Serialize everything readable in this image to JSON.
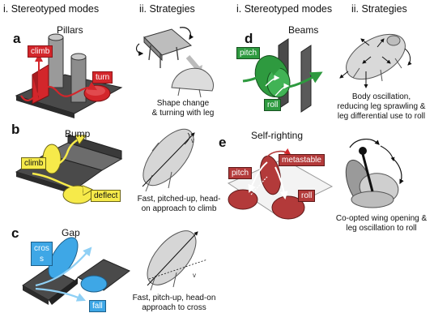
{
  "headers": {
    "left_modes": "i. Stereotyped modes",
    "left_strategies": "ii. Strategies",
    "right_modes": "i. Stereotyped modes",
    "right_strategies": "ii. Strategies"
  },
  "panels": {
    "a": {
      "letter": "a",
      "title": "Pillars",
      "tags": {
        "climb": "climb",
        "turn": "turn"
      },
      "caption": [
        "Shape change",
        "& turning with leg"
      ]
    },
    "b": {
      "letter": "b",
      "title": "Bump",
      "tags": {
        "climb": "climb",
        "deflect": "deflect"
      },
      "caption": [
        "Fast, pitched-up, head-",
        "on approach to climb"
      ]
    },
    "c": {
      "letter": "c",
      "title": "Gap",
      "tags": {
        "cross_1": "cros",
        "cross_2": "s",
        "fall": "fall"
      },
      "caption": [
        "Fast, pitch-up, head-on",
        "approach to cross"
      ]
    },
    "d": {
      "letter": "d",
      "title": "Beams",
      "tags": {
        "pitch": "pitch",
        "roll": "roll"
      },
      "caption": [
        "Body oscillation,",
        "reducing leg sprawling &",
        "leg differential use to roll"
      ]
    },
    "e": {
      "letter": "e",
      "title": "Self-righting",
      "tags": {
        "metastable": "metastable",
        "pitch": "pitch",
        "roll": "roll"
      },
      "caption": [
        "Co-opted wing opening &",
        "leg oscillation to roll"
      ]
    }
  },
  "colors": {
    "red": "#d3262b",
    "yellow": "#f6ea4a",
    "blue": "#3ea7e6",
    "green": "#2e9a3f",
    "maroon": "#b33a3a",
    "terrain": "#4a4a4a",
    "robot": "#d9d9d9"
  }
}
